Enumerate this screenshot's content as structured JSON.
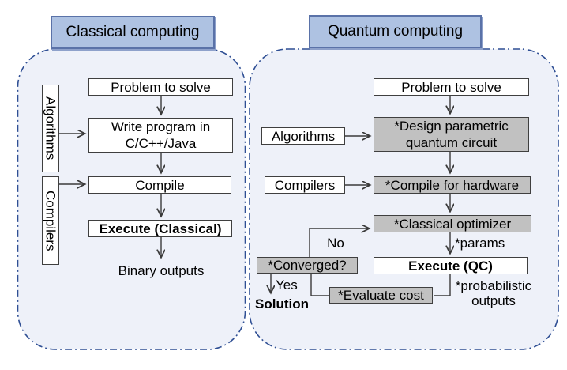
{
  "panels": {
    "classical": {
      "header": "Classical computing",
      "side_labels": {
        "algorithms": "Algorithms",
        "compilers": "Compilers"
      },
      "steps": {
        "problem": "Problem to solve",
        "write_program": "Write program in C/C++/Java",
        "compile": "Compile",
        "execute": "Execute (Classical)",
        "output": "Binary outputs"
      }
    },
    "quantum": {
      "header": "Quantum computing",
      "side_labels": {
        "algorithms": "Algorithms",
        "compilers": "Compilers"
      },
      "steps": {
        "problem": "Problem to solve",
        "design_circuit": "*Design parametric quantum circuit",
        "compile": "*Compile for hardware",
        "optimizer": "*Classical optimizer",
        "execute": "Execute (QC)",
        "converged": "*Converged?",
        "evaluate": "*Evaluate cost",
        "solution": "Solution"
      },
      "edge_labels": {
        "no": "No",
        "yes": "Yes",
        "params": "*params",
        "probabilistic": "*probabilistic outputs"
      }
    }
  },
  "colors": {
    "header_fill": "#aec2e2",
    "header_border": "#5a72a8",
    "panel_fill": "#eef1f9",
    "panel_border": "#2f4f94",
    "box_border": "#3f3f3f",
    "gray_box_fill": "#c1c1c1",
    "white_box_fill": "#ffffff",
    "arrow_color": "#3a3a3a"
  }
}
